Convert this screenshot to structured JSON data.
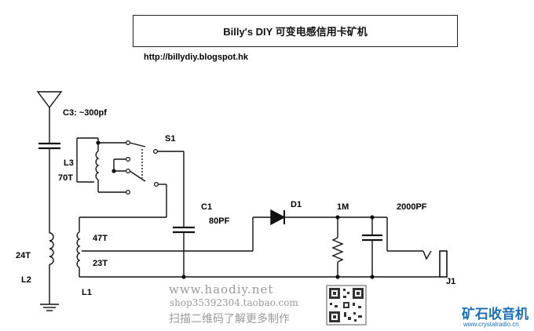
{
  "title": "Billy's DIY 可变电感信用卡矿机",
  "url": "http://billydiy.blogspot.hk",
  "labels": {
    "c3": "C3: ~300pf",
    "s1": "S1",
    "l3": "L3",
    "l3_turns": "70T",
    "c1": "C1",
    "c1_value": "80PF",
    "d1": "D1",
    "r_value": "1M",
    "c_value": "2000PF",
    "tap_47": "47T",
    "tap_23": "23T",
    "l2_turns": "24T",
    "l2": "L2",
    "l1": "L1",
    "j1": "J1"
  },
  "watermark": {
    "site": "www.haodiy.net",
    "shop": "shop35392304.taobao.com",
    "scan": "扫描二维码了解更多制作",
    "logo_cn": "矿石收音机",
    "logo_url": "www.crystalradio.cn"
  },
  "colors": {
    "line": "#111111",
    "watermark": "#9a9a9a",
    "logo": "#1a6fb8"
  }
}
